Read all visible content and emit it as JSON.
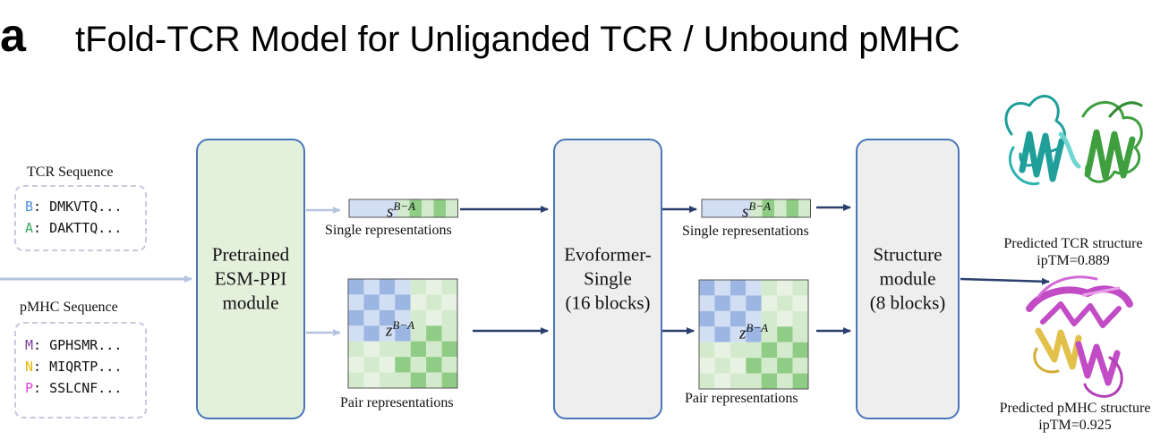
{
  "header": {
    "panel_letter": "a",
    "title": "tFold-TCR Model for Unliganded TCR / Unbound pMHC"
  },
  "inputs": {
    "tcr_label": "TCR Sequence",
    "tcr_chains": [
      {
        "chain": "B",
        "seq": ": DMKVTQ...",
        "color": "#4a90d9"
      },
      {
        "chain": "A",
        "seq": ": DAKTTQ...",
        "color": "#3aa35a"
      }
    ],
    "pmhc_label": "pMHC Sequence",
    "pmhc_chains": [
      {
        "chain": "M",
        "seq": ": GPHSMR...",
        "color": "#7b3f9e"
      },
      {
        "chain": "N",
        "seq": ": MIQRTP...",
        "color": "#e6b800"
      },
      {
        "chain": "P",
        "seq": ": SSLCNF...",
        "color": "#e040d0"
      }
    ]
  },
  "modules": {
    "esm": "Pretrained\nESM-PPI\nmodule",
    "evoformer": "Evoformer-\nSingle\n(16 blocks)",
    "structure": "Structure\nmodule\n(8 blocks)"
  },
  "representations": {
    "single_caption": "Single representations",
    "pair_caption": "Pair representations",
    "single_symbol": "s",
    "pair_symbol": "z",
    "superscript": "B−A"
  },
  "outputs": {
    "tcr_caption": "Predicted TCR structure\nipTM=0.889",
    "pmhc_caption": "Predicted pMHC structure\nipTM=0.925"
  },
  "colors": {
    "module_border": "#4a76b8",
    "esm_fill": "#e3f1dc",
    "module_fill": "#eeeeee",
    "arrow_dark": "#2a3f6e",
    "arrow_light": "#b6c4e0",
    "cell_blue": "#9bb6e2",
    "cell_lightblue": "#d2def3",
    "cell_green": "#8fcc85",
    "cell_lightgreen": "#d3ebcc",
    "tcr_teal": "#1f9e9a",
    "tcr_green": "#3f9f3f",
    "mhc_magenta": "#c24cc6",
    "mhc_yellow": "#e2c04a"
  }
}
